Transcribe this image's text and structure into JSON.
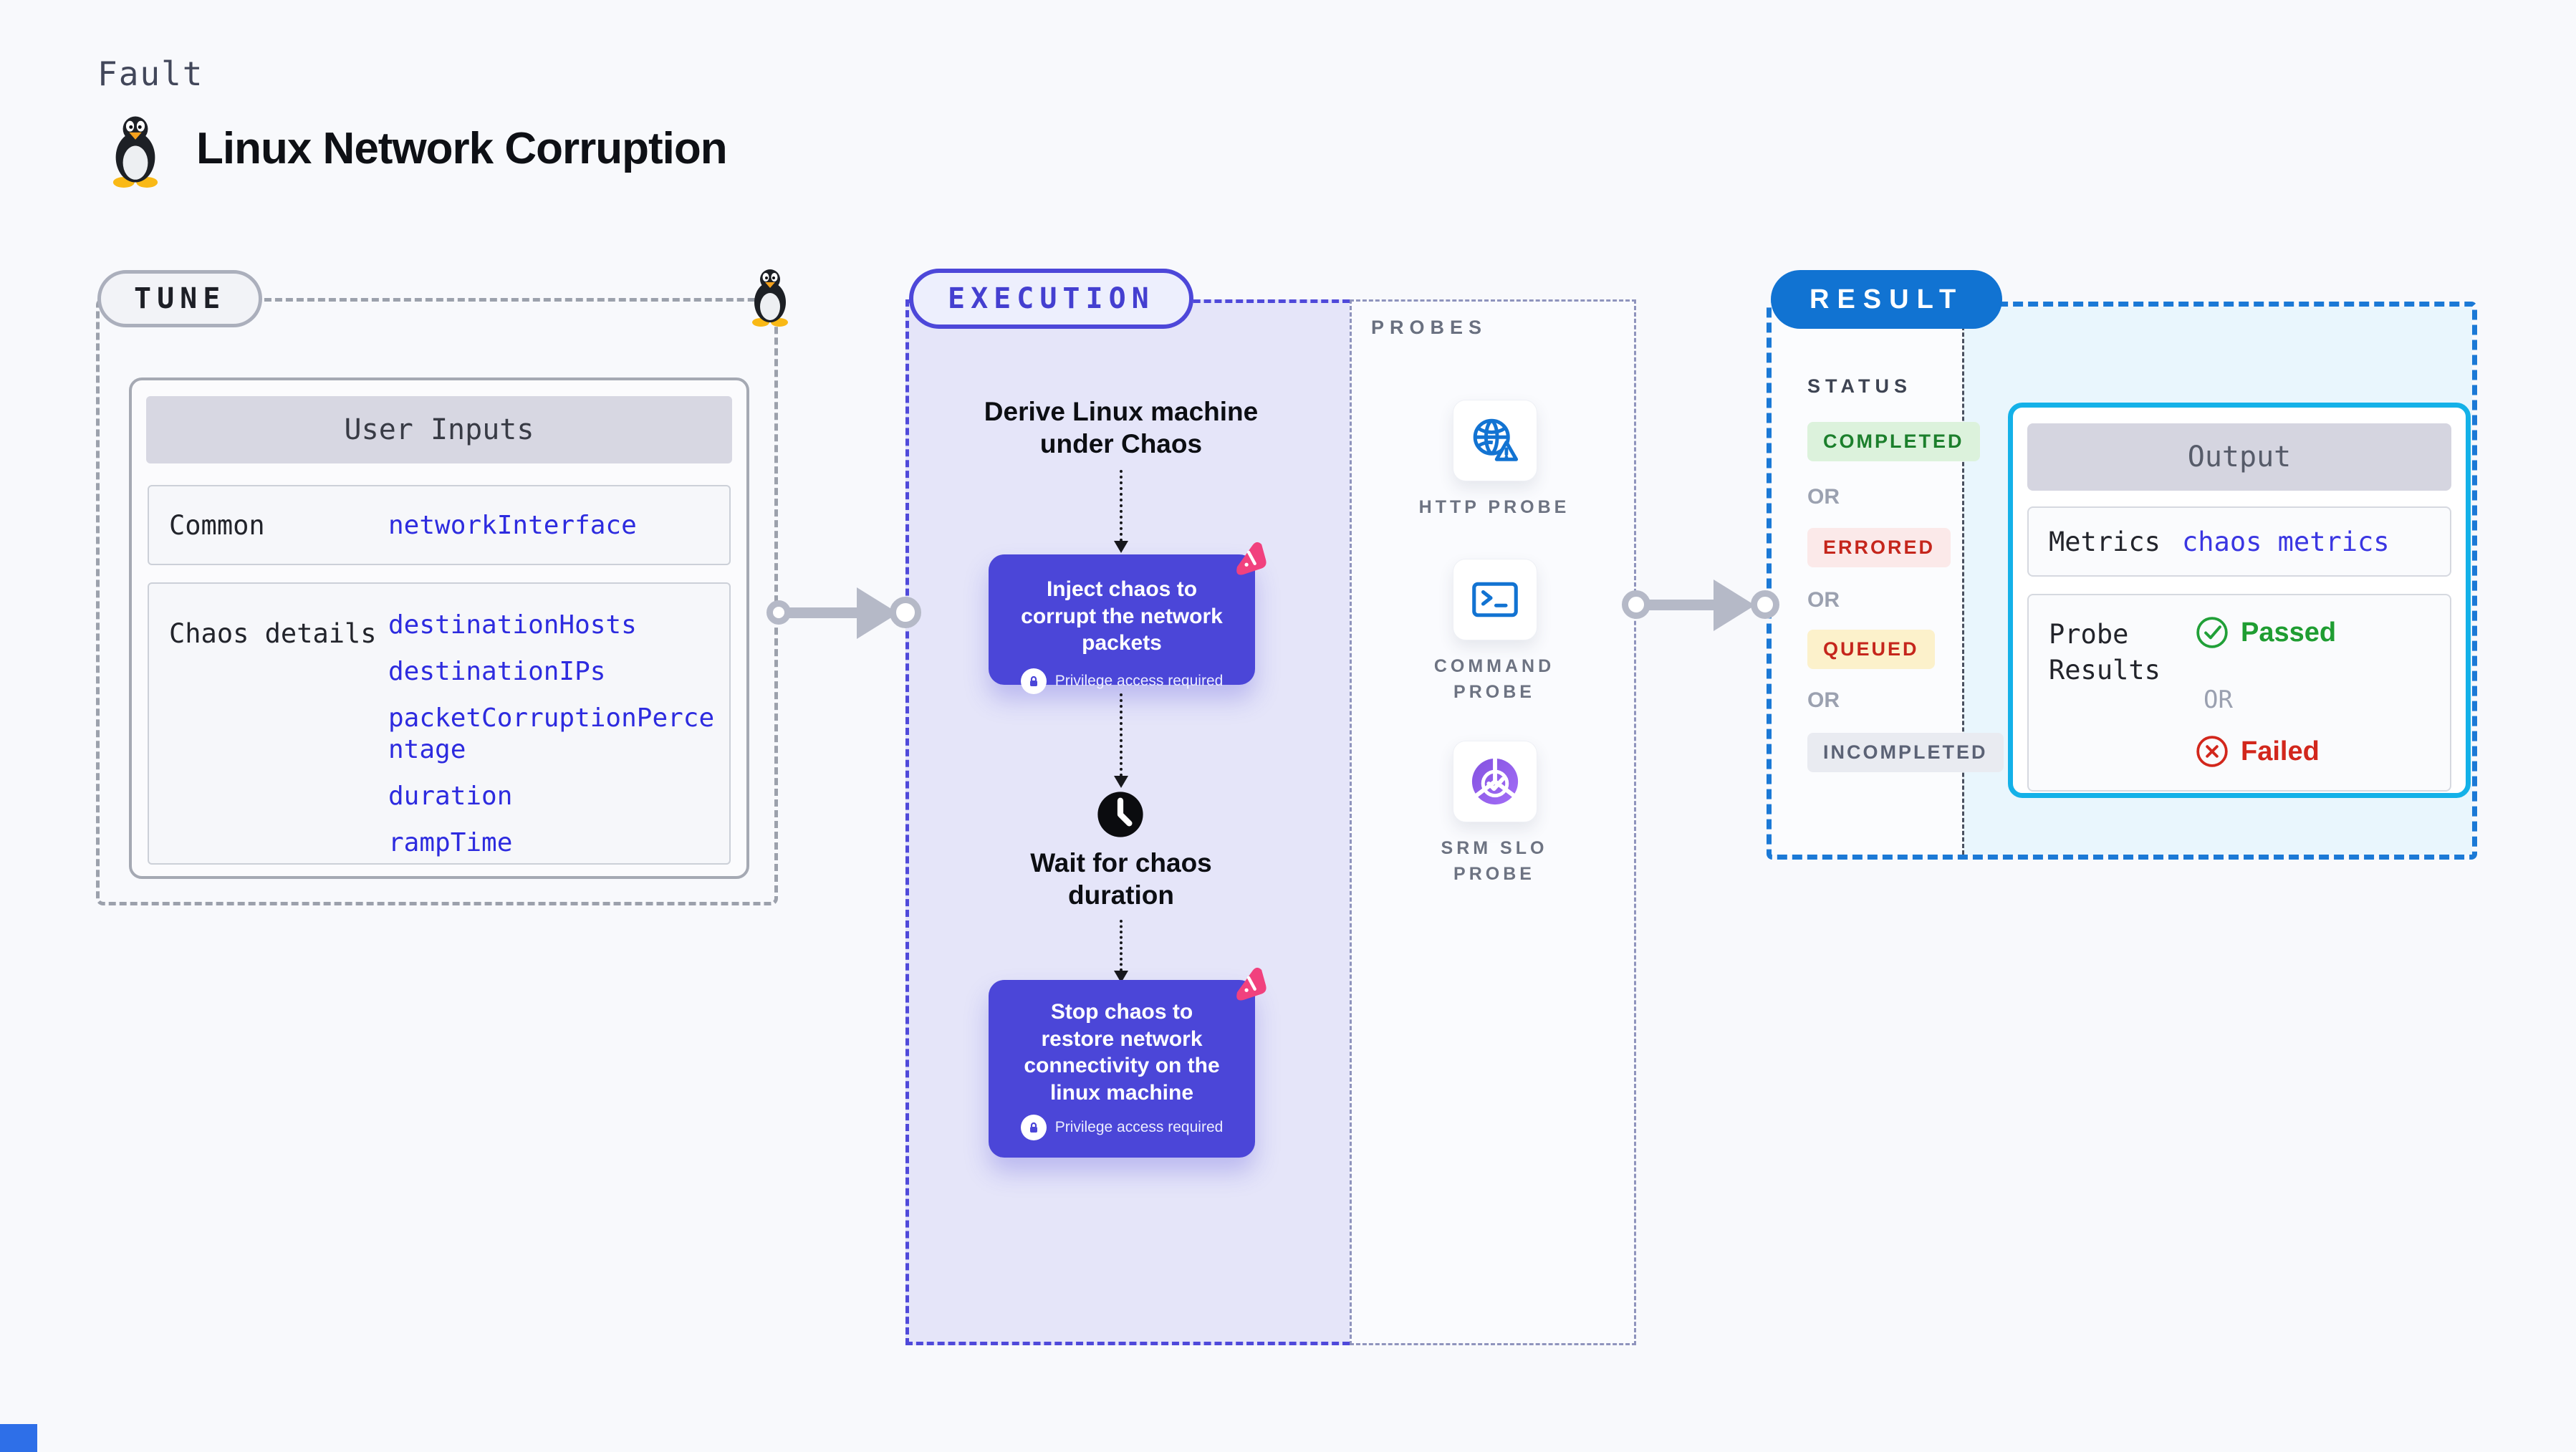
{
  "header": {
    "category": "Fault",
    "title": "Linux Network Corruption",
    "fault_icon": "linux-tux-icon"
  },
  "tune": {
    "badge": "TUNE",
    "user_inputs": {
      "header": "User Inputs",
      "rows": [
        {
          "label": "Common",
          "values": [
            "networkInterface"
          ]
        },
        {
          "label": "Chaos details",
          "values": [
            "destinationHosts",
            "destinationIPs",
            "packetCorruptionPercentage",
            "duration",
            "rampTime"
          ]
        }
      ]
    }
  },
  "execution": {
    "badge": "EXECUTION",
    "derive_step": "Derive Linux machine under Chaos",
    "inject_step": {
      "label": "Inject chaos to corrupt the network packets",
      "note": "Privilege access required"
    },
    "wait_step": "Wait for chaos duration",
    "stop_step": {
      "label": "Stop chaos to restore network connectivity on the linux machine",
      "note": "Privilege access required"
    }
  },
  "probes": {
    "label": "PROBES",
    "items": [
      {
        "name": "HTTP PROBE",
        "icon": "globe-warning-icon"
      },
      {
        "name": "COMMAND PROBE",
        "icon": "terminal-icon"
      },
      {
        "name": "SRM SLO PROBE",
        "icon": "pie-check-icon"
      }
    ]
  },
  "result": {
    "badge": "RESULT",
    "status": {
      "label": "STATUS",
      "separator": "OR",
      "states": [
        {
          "text": "COMPLETED",
          "kind": "success"
        },
        {
          "text": "ERRORED",
          "kind": "error"
        },
        {
          "text": "QUEUED",
          "kind": "queued"
        },
        {
          "text": "INCOMPLETED",
          "kind": "incomplete"
        }
      ]
    },
    "output": {
      "header": "Output",
      "metrics_label": "Metrics",
      "metrics_value": "chaos metrics",
      "probe_results_label": "Probe Results",
      "passed_label": "Passed",
      "or_label": "OR",
      "failed_label": "Failed"
    }
  },
  "colors": {
    "indigo_step": "#4B46D8",
    "value_link_blue": "#2D2BDF",
    "result_blue": "#1173D2",
    "output_cyan_border": "#14B1E8",
    "success_green": "#1F9D32",
    "error_red": "#C5261C",
    "queued_bg": "#FCF1CB",
    "pink_logo": "#F1417E",
    "execution_bg": "#E5E5F9"
  }
}
